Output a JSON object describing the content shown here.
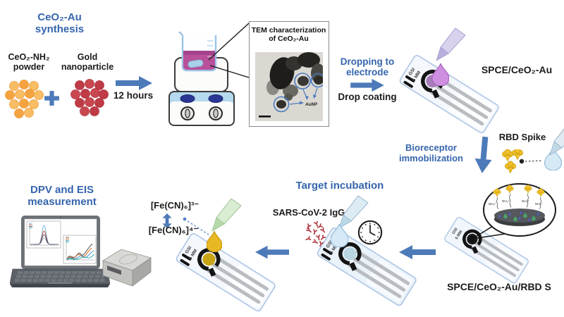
{
  "synthesis": {
    "heading_line1": "CeO₂-Au",
    "heading_line2": "synthesis",
    "powder_line1": "CeO₂-NH₂",
    "powder_line2": "powder",
    "gold_line1": "Gold",
    "gold_line2": "nanoparticle",
    "plus": "+",
    "duration": "12 hours"
  },
  "tem": {
    "title_line1": "TEM characterization",
    "title_line2": "of CeO₂-Au",
    "annotation": "AuNP"
  },
  "dropping": {
    "heading_line1": "Dropping to",
    "heading_line2": "electrode",
    "method": "Drop coating",
    "product": "SPCE/CeO₂-Au"
  },
  "immobilization": {
    "heading_line1": "Bioreceptor",
    "heading_line2": "immobilization",
    "reagent": "RBD Spike",
    "linker": "NH₃⁺",
    "product": "SPCE/CeO₂-Au/RBD S"
  },
  "incubation": {
    "heading": "Target incubation",
    "reagent": "SARS-CoV-2 IgG"
  },
  "measurement": {
    "heading_line1": "DPV and EIS",
    "heading_line2": "measurement",
    "redox_oxidized": "[Fe(CN)₆]³⁻",
    "redox_reduced": "[Fe(CN)₆]⁴⁻"
  },
  "electrode": {
    "brand_line1": "GSI",
    "brand_line2": "5 MM"
  },
  "colors": {
    "heading_blue": "#3565ad",
    "arrow_blue": "#4d7ab9",
    "ceo2_orange": "#f5a340",
    "aunp_red": "#bf3b46",
    "spike_yellow": "#f2c02c"
  }
}
